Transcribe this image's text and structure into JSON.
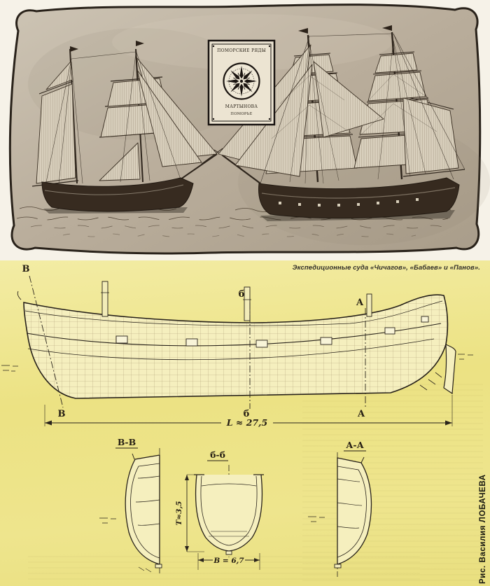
{
  "caption": "Экспедиционные суда «Чичагов», «Бабаев» и «Панов».",
  "credit": "Рис. Василия ЛОБАЧЕВА",
  "stamp": {
    "top_text": "ПОМОРСКИЕ РЯДЫ",
    "line1": "МАРТЫНОВА",
    "line2": "ПОМОРЬЕ"
  },
  "profile": {
    "top_v": "В",
    "top_b": "б",
    "top_a": "А",
    "bot_v": "В",
    "bot_b": "б",
    "bot_a": "А",
    "length": "L ≈ 27,5"
  },
  "sections": {
    "vv_label": "В-В",
    "bb_label": "б-б",
    "aa_label": "А-А",
    "draft": "Т≈3,5",
    "beam": "В = 6,7"
  },
  "colors": {
    "page_yellow": "#ece283",
    "parchment": "#bfb3a1",
    "ink": "#2b2318",
    "sail": "#d8cfbc"
  }
}
